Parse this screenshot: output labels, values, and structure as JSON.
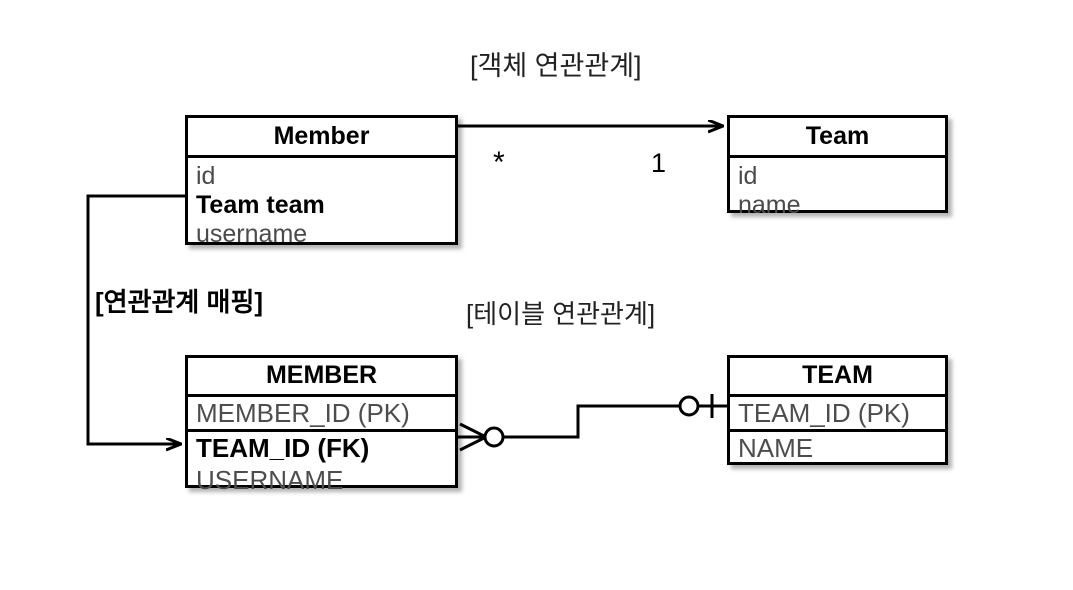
{
  "captions": {
    "object_relation": "[객체 연관관계]",
    "relation_mapping": "[연관관계 매핑]",
    "table_relation": "[테이블 연관관계]"
  },
  "multiplicity": {
    "many": "*",
    "one": "1"
  },
  "object_model": {
    "member": {
      "title": "Member",
      "attributes": [
        {
          "name": "id",
          "bold": false
        },
        {
          "name": "Team team",
          "bold": true
        },
        {
          "name": "username",
          "bold": false
        }
      ]
    },
    "team": {
      "title": "Team",
      "attributes": [
        {
          "name": "id",
          "bold": false
        },
        {
          "name": "name",
          "bold": false
        }
      ]
    }
  },
  "table_model": {
    "member": {
      "title": "MEMBER",
      "pk_row": "MEMBER_ID (PK)",
      "attributes": [
        {
          "name": "TEAM_ID (FK)",
          "bold": true
        },
        {
          "name": "USERNAME",
          "bold": false
        }
      ]
    },
    "team": {
      "title": "TEAM",
      "pk_row": "TEAM_ID (PK)",
      "attributes": [
        {
          "name": "NAME",
          "bold": false
        }
      ]
    }
  },
  "connectors": {
    "object_assoc": {
      "label": "member-to-team-arrow",
      "style": "solid-arrow",
      "from": "Member",
      "to": "Team"
    },
    "mapping_assoc": {
      "label": "team-team-field-to-team-id-fk",
      "style": "routed-arrow",
      "from": "Team team",
      "to": "TEAM_ID (FK)"
    },
    "table_assoc": {
      "label": "member-team-crowsfoot",
      "style": "crows-foot",
      "member_end": "zero-or-many",
      "team_end": "zero-or-one"
    }
  },
  "colors": {
    "stroke": "#000000",
    "background": "#ffffff",
    "attribute_text": "#4a4a4a"
  }
}
